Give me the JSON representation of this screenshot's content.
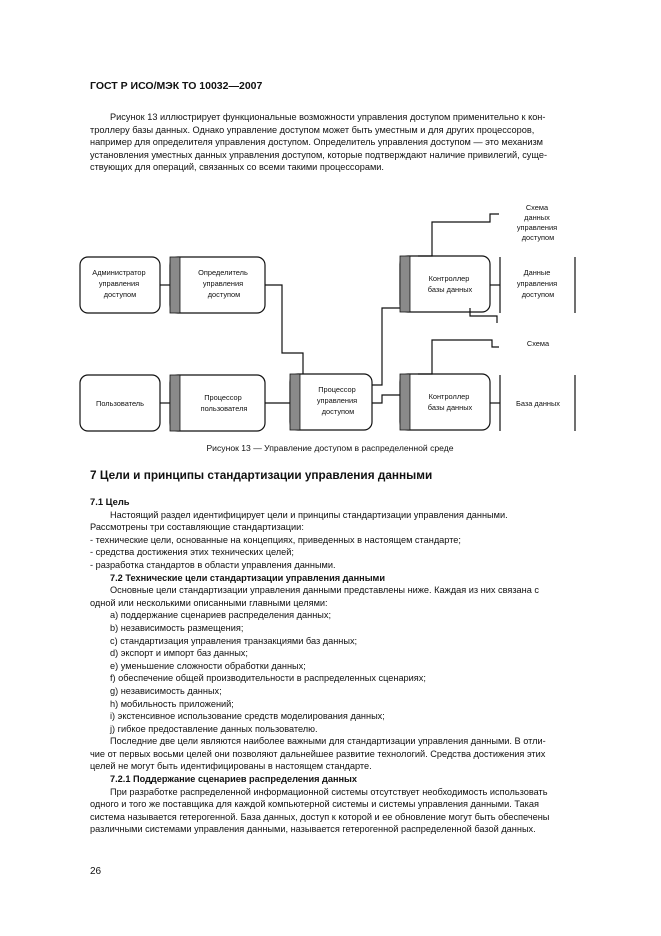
{
  "header": {
    "doc_code": "ГОСТ Р ИСО/МЭК ТО 10032—2007"
  },
  "intro_lines": [
    "Рисунок 13 иллюстрирует функциональные возможности управления доступом применительно к кон-",
    "троллеру базы данных. Однако управление доступом может быть уместным и для других процессоров,",
    "например для определителя управления доступом. Определитель управления доступом — это механизм",
    "установления уместных данных управления доступом, которые подтверждают наличие привилегий, суще-",
    "ствующих для операций, связанных со всеми такими процессорами."
  ],
  "figure": {
    "admin": [
      "Администратор",
      "управления",
      "доступом"
    ],
    "determiner": [
      "Определитель",
      "управления",
      "доступом"
    ],
    "user": "Пользователь",
    "user_processor": [
      "Процессор",
      "пользователя"
    ],
    "access_processor": [
      "Процессор",
      "управления",
      "доступом"
    ],
    "controller_top": [
      "Контроллер",
      "базы данных"
    ],
    "controller_bottom": [
      "Контроллер",
      "базы данных"
    ],
    "schema_top": [
      "Схема",
      "данных",
      "управления",
      "доступом"
    ],
    "data_top": [
      "Данные",
      "управления",
      "доступом"
    ],
    "schema_bottom": "Схема",
    "database": "База данных",
    "caption": "Рисунок 13 — Управление доступом в распределенной среде"
  },
  "section7": {
    "title": "7 Цели и принципы стандартизации управления данными",
    "s71_title": "7.1 Цель",
    "s71_lines": [
      "Настоящий раздел идентифицирует цели и принципы стандартизации управления данными.",
      "Рассмотрены три составляющие стандартизации:",
      "- технические цели, основанные на концепциях, приведенных в настоящем стандарте;",
      "- средства достижения этих технических целей;",
      "- разработка стандартов в области управления данными."
    ],
    "s72_title": "7.2 Технические цели стандартизации управления данными",
    "s72_lines": [
      "Основные цели стандартизации управления данными представлены ниже. Каждая из них связана с",
      "одной или несколькими описанными главными целями:"
    ],
    "goals": [
      "a) поддержание сценариев распределения данных;",
      "b) независимость размещения;",
      "c) стандартизация управления транзакциями баз данных;",
      "d) экспорт и импорт баз данных;",
      "e) уменьшение сложности обработки данных;",
      "f) обеспечение общей производительности в распределенных сценариях;",
      "g) независимость данных;",
      "h) мобильность приложений;",
      "i) экстенсивное использование средств моделирования данных;",
      "j) гибкое предоставление данных пользователю."
    ],
    "after_goals_lines": [
      "Последние две цели являются наиболее важными для стандартизации управления данными. В отли-",
      "чие от первых восьми целей они позволяют дальнейшее развитие технологий. Средства достижения этих",
      "целей не могут быть идентифицированы в настоящем стандарте."
    ],
    "s721_title": "7.2.1 Поддержание сценариев распределения данных",
    "s721_lines": [
      "При разработке распределенной информационной системы отсутствует необходимость использовать",
      "одного и того же поставщика для каждой компьютерной системы и системы управления данными. Такая",
      "система называется гетерогенной. База данных, доступ к которой и ее обновление могут быть обеспечены",
      "различными системами управления данными, называется гетерогенной распределенной базой данных."
    ]
  },
  "page_number": "26"
}
